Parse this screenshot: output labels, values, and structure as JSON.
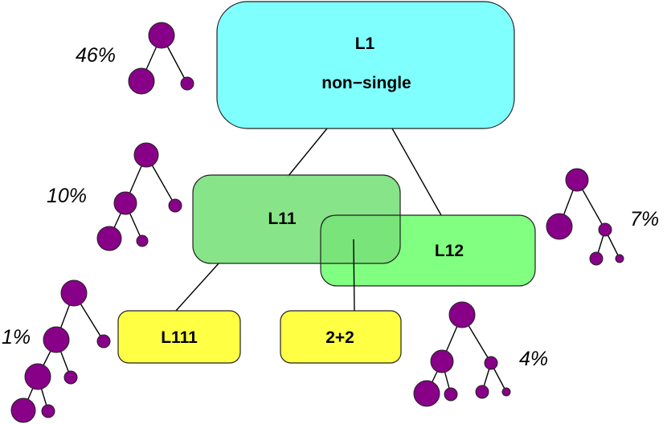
{
  "colors": {
    "l1_fill": "#80ffff",
    "l11_fill": "#77e077",
    "l12_fill": "#80ff80",
    "leaf_fill": "#ffff44",
    "node_fill": "#880088"
  },
  "boxes": {
    "l1_title": "L1",
    "l1_subtitle": "non−single",
    "l11": "L11",
    "l12": "L12",
    "l111": "L111",
    "two_plus_two": "2+2"
  },
  "percentages": {
    "l1": "46%",
    "l11": "10%",
    "l12": "7%",
    "l111": "1%",
    "two_plus_two": "4%"
  }
}
